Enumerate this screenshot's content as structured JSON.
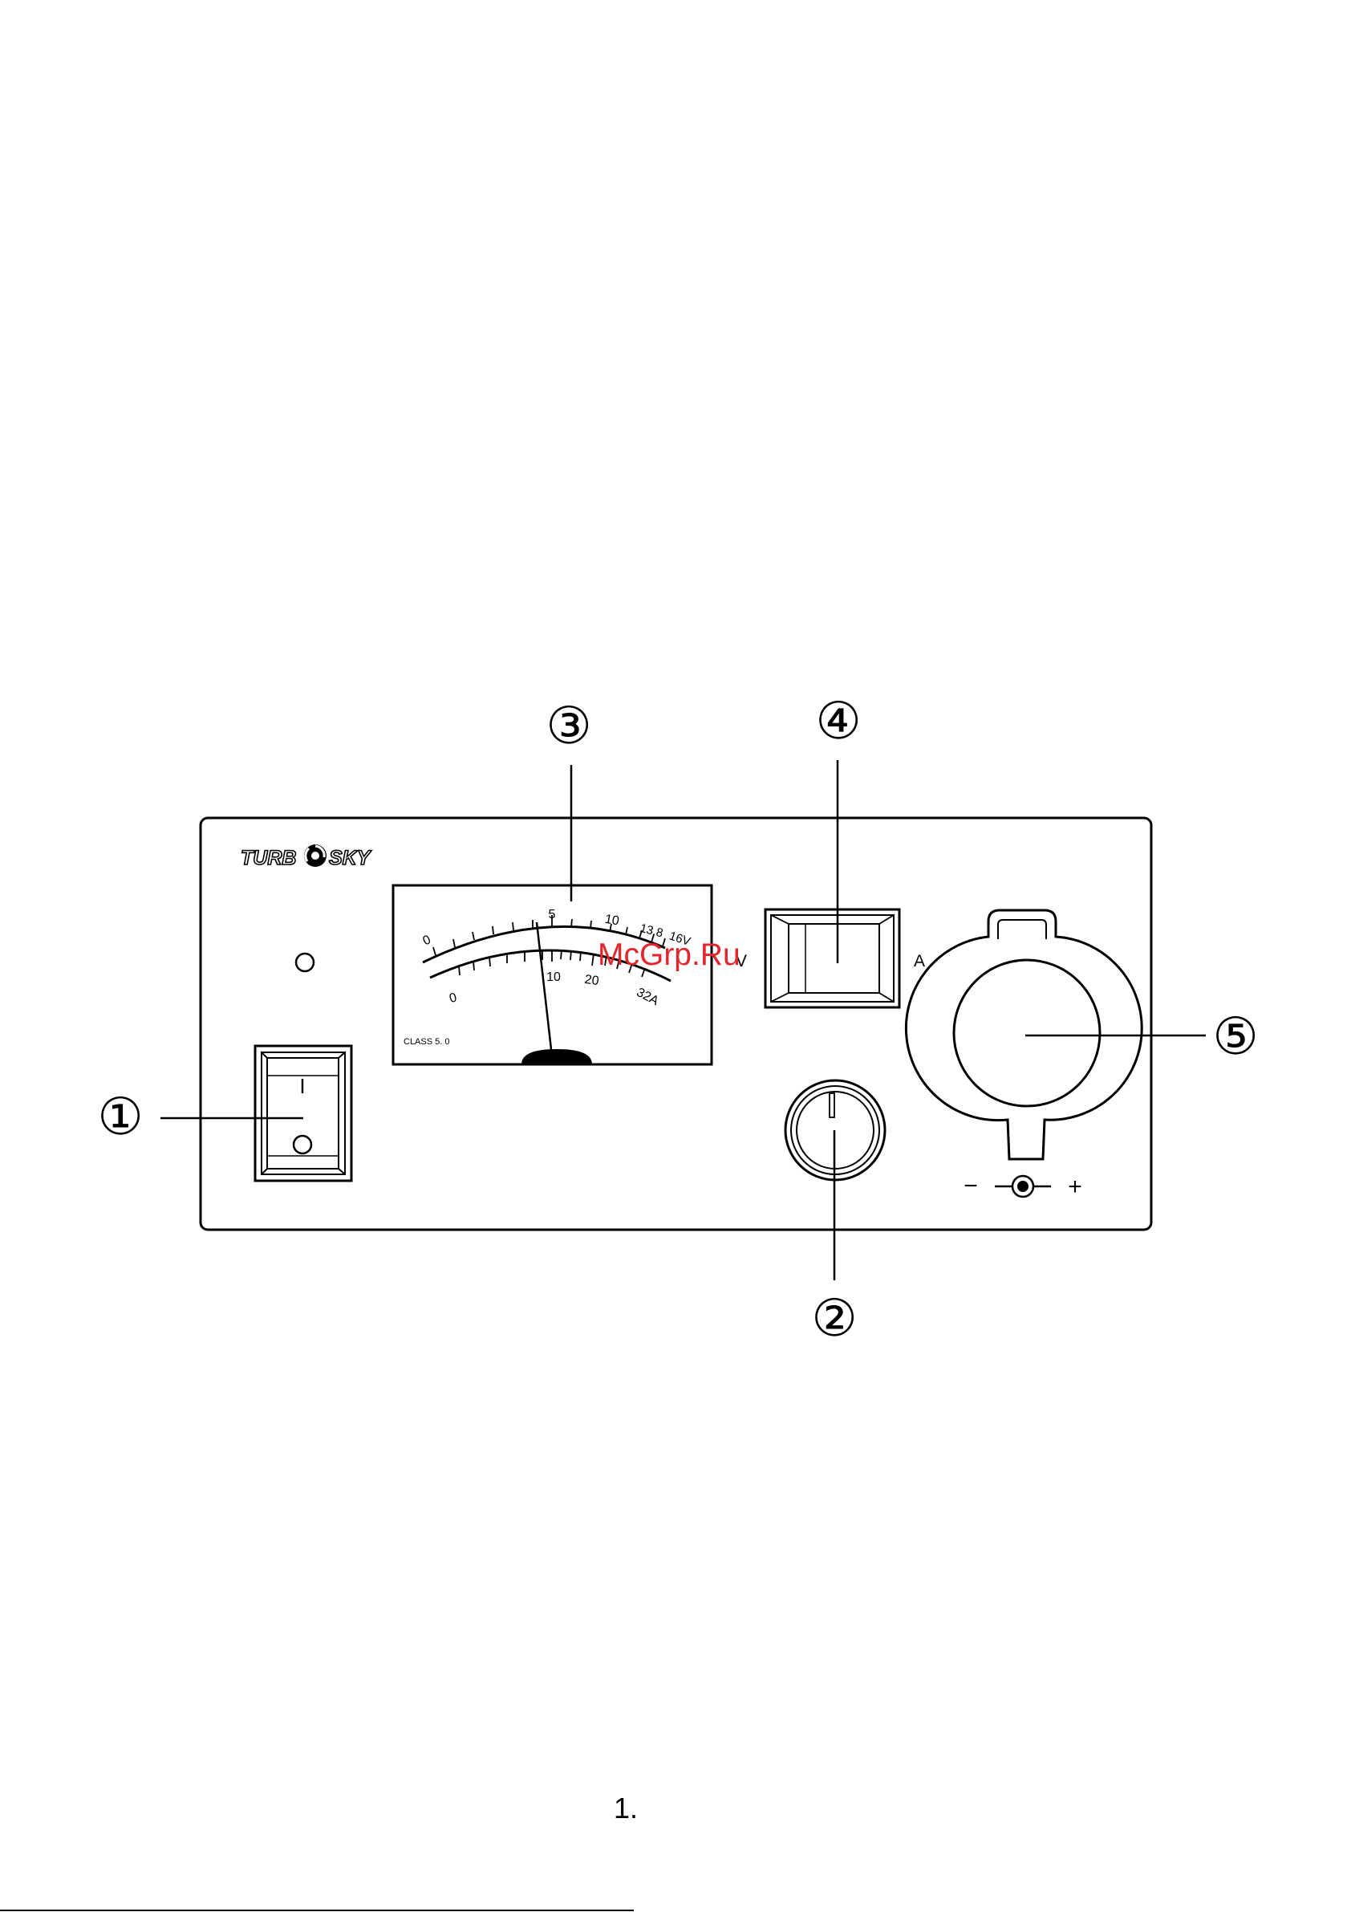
{
  "brand": {
    "logo_text": "TURBOSKY",
    "logo_part1": "TURB",
    "logo_part2": "SKY"
  },
  "callouts": {
    "c1": "①",
    "c2": "②",
    "c3": "③",
    "c4": "④",
    "c5": "⑤"
  },
  "power_switch": {
    "on_mark": "I"
  },
  "meter": {
    "voltage_scale": [
      "0",
      "5",
      "10",
      "13.8",
      "16V"
    ],
    "current_scale": [
      "0",
      "10",
      "20",
      "32A"
    ],
    "class_label": "CLASS 5. 0"
  },
  "selector_switch": {
    "left_label": "V",
    "right_label": "A"
  },
  "socket_polarity": {
    "minus": "−",
    "plus": "+"
  },
  "page_number": "1.",
  "watermark": "McGrp.Ru"
}
